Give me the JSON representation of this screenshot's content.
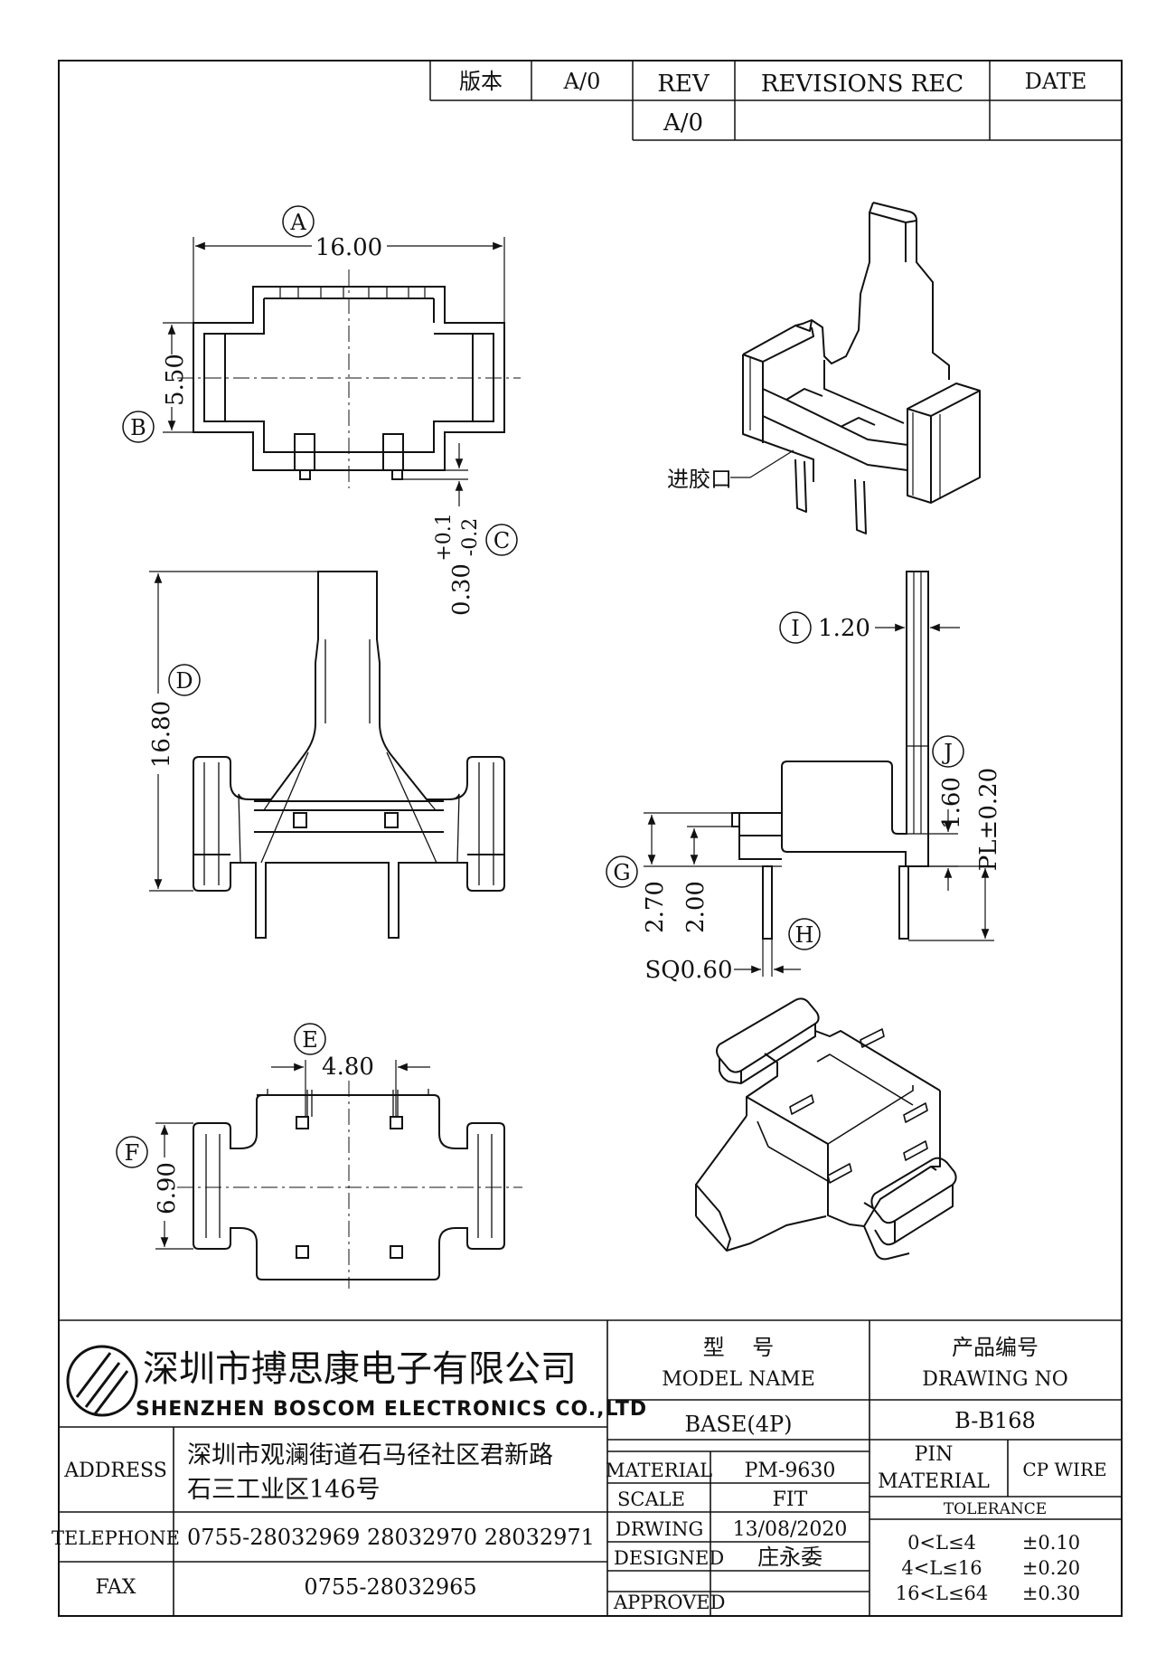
{
  "header": {
    "version_label": "版本",
    "version_value": "A/0",
    "rev_label": "REV",
    "revisions_label": "REVISIONS REC",
    "date_label": "DATE",
    "rev_value": "A/0"
  },
  "dimensions": {
    "A": {
      "label": "A",
      "value": "16.00"
    },
    "B": {
      "label": "B",
      "value": "5.50"
    },
    "C": {
      "label": "C",
      "value": "0.30",
      "tol_plus": "+0.1",
      "tol_minus": "-0.2"
    },
    "D": {
      "label": "D",
      "value": "16.80"
    },
    "E": {
      "label": "E",
      "value": "4.80"
    },
    "F": {
      "label": "F",
      "value": "6.90"
    },
    "G": {
      "label": "G",
      "value": "2.70"
    },
    "G2": {
      "value": "2.00"
    },
    "H": {
      "label": "H",
      "value": "SQ0.60"
    },
    "I": {
      "label": "I",
      "value": "1.20"
    },
    "J": {
      "label": "J",
      "value": "1.60"
    },
    "PL": {
      "value": "PL±0.20"
    }
  },
  "callouts": {
    "gate": "进胶口"
  },
  "title_block": {
    "company_cn": "深圳市搏思康电子有限公司",
    "company_en": "SHENZHEN BOSCOM ELECTRONICS CO.,LTD",
    "model_cn": "型    号",
    "model_en": "MODEL NAME",
    "drawing_cn": "产品编号",
    "drawing_en": "DRAWING NO",
    "model_value": "BASE(4P)",
    "drawing_value": "B-B168",
    "address_label": "ADDRESS",
    "address_line1": "深圳市观澜街道石马径社区君新路",
    "address_line2": "石三工业区146号",
    "telephone_label": "TELEPHONE",
    "telephone_value": "0755-28032969 28032970 28032971",
    "fax_label": "FAX",
    "fax_value": "0755-28032965",
    "material_label": "MATERIAL",
    "material_value": "PM-9630",
    "scale_label": "SCALE",
    "scale_value": "FIT",
    "drawing_date_label": "DRWING",
    "drawing_date_value": "13/08/2020",
    "designed_label": "DESIGNED",
    "designed_value": "庄永委",
    "approved_label": "APPROVED",
    "approved_value": "",
    "pin_label_1": "PIN",
    "pin_label_2": "MATERIAL",
    "pin_value": "CP WIRE",
    "tolerance_label": "TOLERANCE",
    "tolerances": [
      {
        "range": "0<L≤4",
        "value": "±0.10"
      },
      {
        "range": "4<L≤16",
        "value": "±0.20"
      },
      {
        "range": "16<L≤64",
        "value": "±0.30"
      }
    ]
  }
}
